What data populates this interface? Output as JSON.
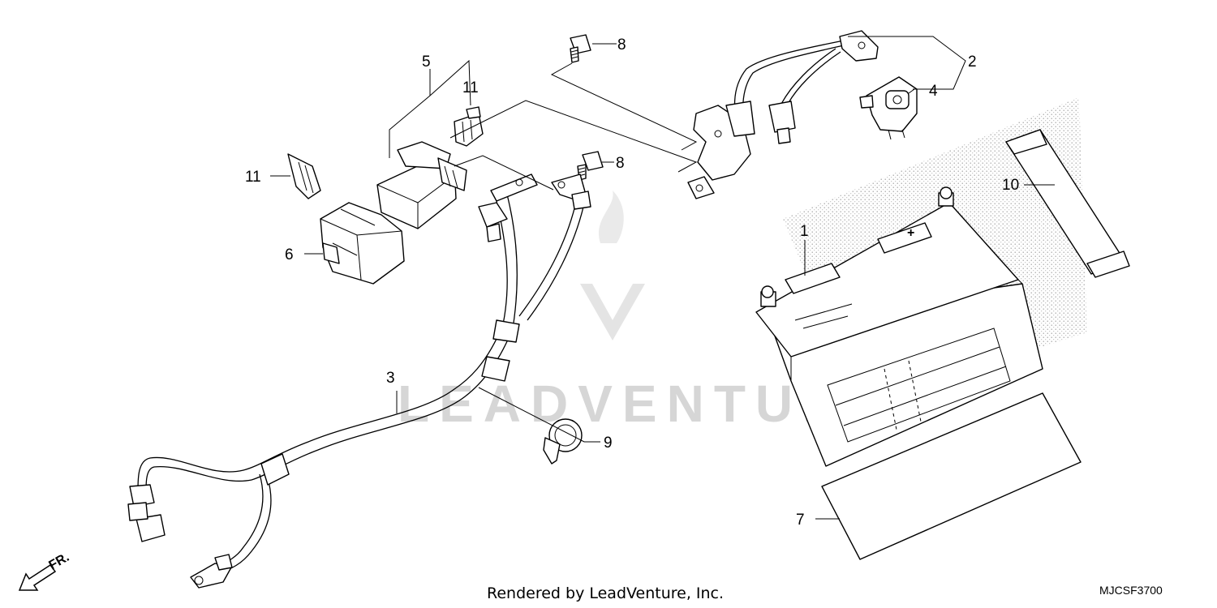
{
  "diagram": {
    "footer_text": "Rendered by LeadVenture, Inc.",
    "diagram_code": "MJCSF3700",
    "direction_label": "FR.",
    "watermark_text": "LEADVENTURE",
    "callouts": [
      {
        "id": "1",
        "label": "1"
      },
      {
        "id": "2",
        "label": "2"
      },
      {
        "id": "3",
        "label": "3"
      },
      {
        "id": "4",
        "label": "4"
      },
      {
        "id": "5",
        "label": "5"
      },
      {
        "id": "6",
        "label": "6"
      },
      {
        "id": "7",
        "label": "7"
      },
      {
        "id": "8a",
        "label": "8"
      },
      {
        "id": "8b",
        "label": "8"
      },
      {
        "id": "9",
        "label": "9"
      },
      {
        "id": "10",
        "label": "10"
      },
      {
        "id": "11a",
        "label": "11"
      },
      {
        "id": "11b",
        "label": "11"
      }
    ]
  }
}
